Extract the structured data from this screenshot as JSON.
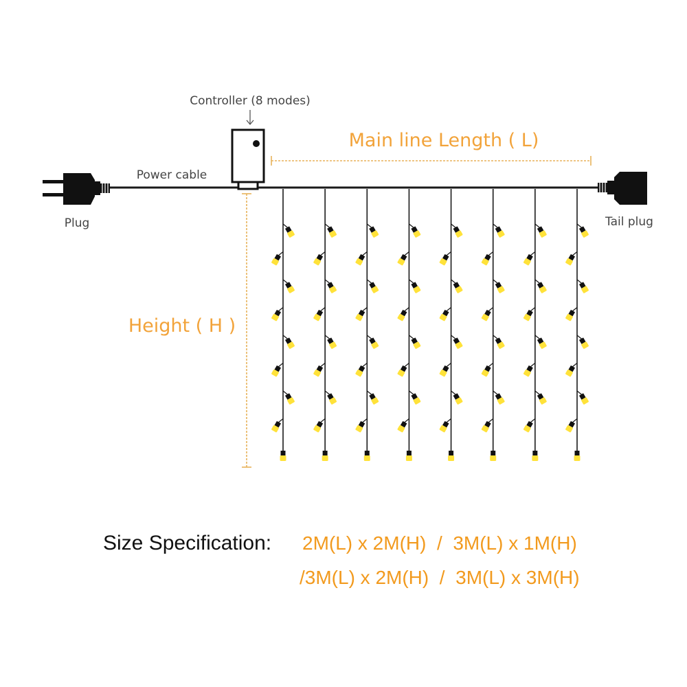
{
  "labels": {
    "controller": "Controller (8 modes)",
    "main_line": "Main line Length ( L)",
    "power_cable": "Power cable",
    "plug": "Plug",
    "tail_plug": "Tail plug",
    "height": "Height ( H )"
  },
  "spec": {
    "heading": "Size Specification:",
    "line1": "2M(L) x 2M(H)  /  3M(L) x 1M(H)",
    "line2": "/3M(L) x 2M(H)  /  3M(L) x 3M(H)"
  },
  "curtain": {
    "strand_count": 8,
    "bulbs_per_strand": 9
  },
  "colors": {
    "accent": "#F2A33A",
    "spec_text": "#F29A1E",
    "bulb": "#FFE23A",
    "wire": "#1a1a1a",
    "label_text": "#444444",
    "dim_line": "#E8B25A"
  }
}
